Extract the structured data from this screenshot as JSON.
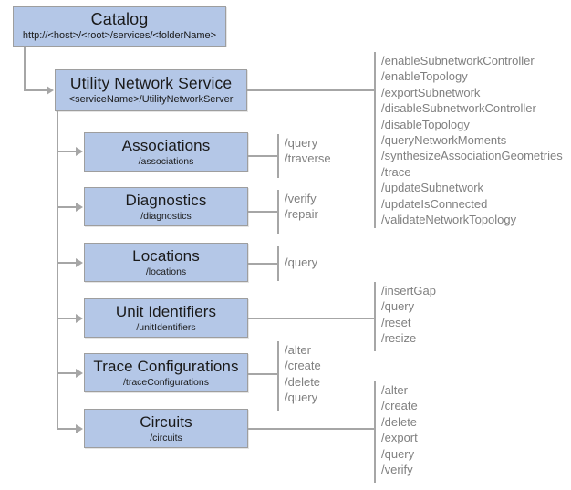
{
  "diagram": {
    "title": "Utility Network Service REST API hierarchy",
    "colors": {
      "node_fill": "#b4c7e7",
      "node_border": "#9e9e9e",
      "connector": "#a6a6a6",
      "operation_text": "#808080",
      "node_text": "#1a1a1a",
      "background": "#ffffff"
    }
  },
  "nodes": {
    "catalog": {
      "title": "Catalog",
      "path": "http://<host>/<root>/services/<folderName>"
    },
    "service": {
      "title": "Utility Network Service",
      "path": "<serviceName>/UtilityNetworkServer"
    },
    "associations": {
      "title": "Associations",
      "path": "/associations"
    },
    "diagnostics": {
      "title": "Diagnostics",
      "path": "/diagnostics"
    },
    "locations": {
      "title": "Locations",
      "path": "/locations"
    },
    "unit_identifiers": {
      "title": "Unit Identifiers",
      "path": "/unitIdentifiers"
    },
    "trace_configurations": {
      "title": "Trace Configurations",
      "path": "/traceConfigurations"
    },
    "circuits": {
      "title": "Circuits",
      "path": "/circuits"
    }
  },
  "operations": {
    "service": [
      "/enableSubnetworkController",
      "/enableTopology",
      "/exportSubnetwork",
      "/disableSubnetworkController",
      "/disableTopology",
      "/queryNetworkMoments",
      "/synthesizeAssociationGeometries",
      "/trace",
      "/updateSubnetwork",
      "/updateIsConnected",
      "/validateNetworkTopology"
    ],
    "associations": [
      "/query",
      "/traverse"
    ],
    "diagnostics": [
      "/verify",
      "/repair"
    ],
    "locations": [
      "/query"
    ],
    "unit_identifiers": [
      "/insertGap",
      "/query",
      "/reset",
      "/resize"
    ],
    "trace_configurations": [
      "/alter",
      "/create",
      "/delete",
      "/query"
    ],
    "circuits": [
      "/alter",
      "/create",
      "/delete",
      "/export",
      "/query",
      "/verify"
    ]
  }
}
